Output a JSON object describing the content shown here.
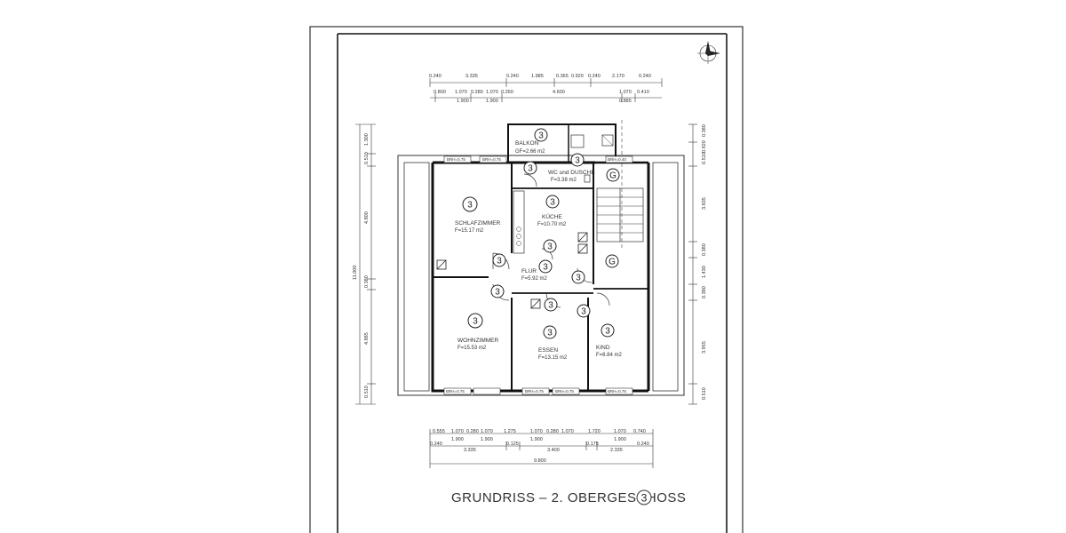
{
  "title": "GRUNDRISS – 2. OBERGESCHOSS",
  "title_unit_marker": "3",
  "unit_markers": {
    "apartment": "3",
    "staircase": "G"
  },
  "rooms": [
    {
      "id": "balkon",
      "name": "BALKON",
      "area": "GF=2.66 m2"
    },
    {
      "id": "wc",
      "name": "WC und DUSCHE",
      "area": "F=3.38 m2"
    },
    {
      "id": "kueche",
      "name": "KÜCHE",
      "area": "F=10.70 m2"
    },
    {
      "id": "schlafzimmer",
      "name": "SCHLAFZIMMER",
      "area": "F=15.17 m2"
    },
    {
      "id": "flur",
      "name": "FLUR",
      "area": "F=5.92 m2"
    },
    {
      "id": "wohnzimmer",
      "name": "WOHNZIMMER",
      "area": "F=15.53 m2"
    },
    {
      "id": "essen",
      "name": "ESSEN",
      "area": "F=13.15 m2"
    },
    {
      "id": "kind",
      "name": "KIND",
      "area": "F=8.84 m2"
    }
  ],
  "window_labels": {
    "top_1": "BRH=0.75",
    "top_2": "BRH=0.75",
    "top_3": "BRH=0.40",
    "bottom_1": "BRH=0.75",
    "bottom_2": "BRH=0.75",
    "bottom_3": "BRH=0.75",
    "bottom_4": "BRH=0.75"
  },
  "dimensions": {
    "top_row1": [
      "0.240",
      "3.335",
      "0.240",
      "1.985",
      "0.365",
      "0.920",
      "0.240",
      "2.170",
      "0.240"
    ],
    "top_row2": [
      "0.800",
      "1.070",
      "0.280",
      "1.070",
      "0.260",
      "4.600",
      "1.070",
      "0.410"
    ],
    "top_row3": [
      "1.900",
      "1.900",
      "0.885"
    ],
    "bottom_row1": [
      "0.555",
      "1.070",
      "0.280",
      "1.070",
      "1.275",
      "1.070",
      "0.280",
      "1.070",
      "1.720",
      "1.070",
      "0.740"
    ],
    "bottom_row2": [
      "1.900",
      "1.900",
      "1.900",
      "1.900"
    ],
    "bottom_row3": [
      "0.240",
      "3.335",
      "0.125",
      "3.400",
      "0.175",
      "2.335",
      "0.240"
    ],
    "bottom_total": "9.800",
    "left_outer": [
      "1.300",
      "0.510",
      "4.800",
      "0.380",
      "4.885",
      "0.510"
    ],
    "left_total": "11.000",
    "right_outer": [
      "0.380",
      "0.920",
      "0.510",
      "3.835",
      "0.380",
      "1.430",
      "0.380",
      "3.955",
      "0.510"
    ]
  }
}
